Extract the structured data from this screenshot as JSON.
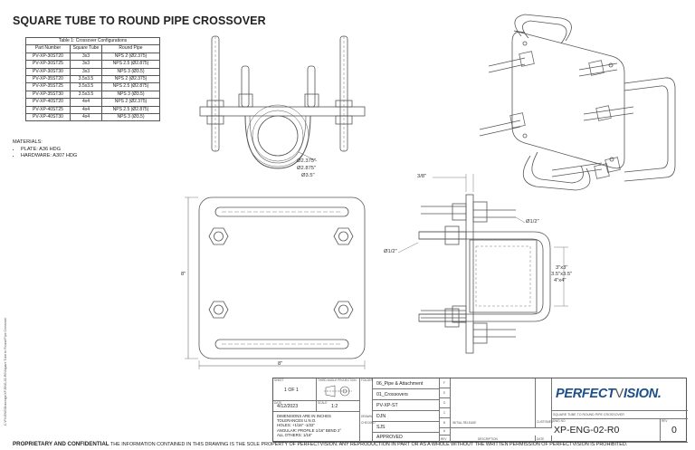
{
  "title": "SQUARE TUBE TO ROUND PIPE CROSSOVER",
  "config_table": {
    "caption": "Table 1: Crossover Configurations",
    "headers": [
      "Part Number",
      "Square Tube",
      "Round Pipe"
    ],
    "rows": [
      [
        "PV-XP-30ST20",
        "3x3",
        "NPS 2 (Ø2.375)"
      ],
      [
        "PV-XP-30ST25",
        "3x3",
        "NPS 2.5 (Ø2.875)"
      ],
      [
        "PV-XP-30ST30",
        "3x3",
        "NPS 3 (Ø3.5)"
      ],
      [
        "PV-XP-35ST20",
        "3.5x3.5",
        "NPS 2 (Ø2.375)"
      ],
      [
        "PV-XP-35ST25",
        "3.5x3.5",
        "NPS 2.5 (Ø2.875)"
      ],
      [
        "PV-XP-35ST30",
        "3.5x3.5",
        "NPS 3 (Ø3.5)"
      ],
      [
        "PV-XP-40ST20",
        "4x4",
        "NPS 2 (Ø2.375)"
      ],
      [
        "PV-XP-40ST25",
        "4x4",
        "NPS 2.5 (Ø2.875)"
      ],
      [
        "PV-XP-40ST30",
        "4x4",
        "NPS 3 (Ø3.5)"
      ]
    ]
  },
  "materials": {
    "heading": "MATERIALS:",
    "items": [
      "PLATE: A36 HDG",
      "HARDWARE: A307 HDG"
    ]
  },
  "dimensions": {
    "pipe_d1": "Ø2.375\"",
    "pipe_d2": "Ø2.875\"",
    "pipe_d3": "Ø3.5\"",
    "plate_height": "8\"",
    "plate_width": "8\"",
    "thickness": "3/8\"",
    "bolt_top": "Ø1/2\"",
    "bolt_left": "Ø1/2\"",
    "tube_1": "3\"x3\"",
    "tube_2": "3.5\"x3.5\"",
    "tube_3": "4\"x4\""
  },
  "title_block": {
    "sheet_label": "SHEET",
    "sheet": "1 OF 1",
    "projection_label": "THIRD ANGLE PROJECTION",
    "date_label": "DATE",
    "date": "4/12/2023",
    "scale_label": "SCALE",
    "scale": "1:2",
    "tolerances": [
      "DIMENSIONS ARE IN INCHES",
      "TOLERANCES U.N.O.",
      "HOLES: +1/16\" -1/32\"",
      "ANGULAR: PROFILE 1/16\" BEND 2°",
      "ALL OTHERS: 1/16\""
    ],
    "folder_label": "FOLDER",
    "folder": "06_Pipe & Attachment",
    "subfolder": "01_Crossovers",
    "part": "PV-XP-ST",
    "drawn_label": "DRAWN",
    "drawn": "DJN",
    "checked_label": "CHECKED",
    "checked": "SJS",
    "approved": "APPROVED",
    "rev_letters": [
      "A",
      "B",
      "C",
      "D",
      "E",
      "F"
    ],
    "initial_release": "INITIAL RELEASE",
    "rev_label": "REV",
    "description_label": "DESCRIPTION",
    "date_col_label": "DATE",
    "brand_left": "PERFECT",
    "brand_right": "ISION.",
    "drawing_title": "SQUARE TUBE TO ROUND PIPE CROSSOVER",
    "customer_label": "CUSTOMER",
    "dwg_label": "DWG NO.",
    "drawing_no": "XP-ENG-02-R0",
    "rev_label_big": "REV",
    "revision": "0"
  },
  "footer": {
    "bold": "PROPRIETARY AND CONFIDENTIAL",
    "text": "THE INFORMATION CONTAINED IN THIS DRAWING IS THE SOLE PROPERTY OF PERFECTVISION. ANY REPRODUCTION IN PART OR AS A WHOLE WITHOUT THE WRITTEN PERMISSION OF PERFECTVISION IS PROHIBITED."
  },
  "side_path": "C:\\PV-ENG\\Drawings\\XP-ENG-02-R0\\Square Tube to Round Pipe Crossover",
  "colors": {
    "line": "#555555",
    "brand": "#1a4f8c"
  }
}
